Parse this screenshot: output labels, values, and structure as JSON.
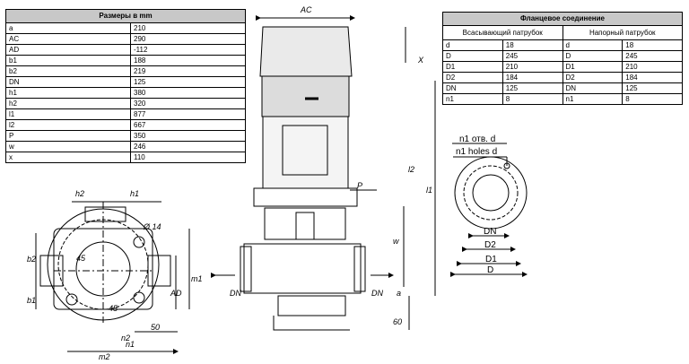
{
  "dimensions_table": {
    "title": "Размеры в mm",
    "rows": [
      {
        "key": "a",
        "value": "210"
      },
      {
        "key": "AC",
        "value": "290"
      },
      {
        "key": "AD",
        "value": "-112"
      },
      {
        "key": "b1",
        "value": "188"
      },
      {
        "key": "b2",
        "value": "219"
      },
      {
        "key": "DN",
        "value": "125"
      },
      {
        "key": "h1",
        "value": "380"
      },
      {
        "key": "h2",
        "value": "320"
      },
      {
        "key": "l1",
        "value": "877"
      },
      {
        "key": "l2",
        "value": "667"
      },
      {
        "key": "P",
        "value": "350"
      },
      {
        "key": "w",
        "value": "246"
      },
      {
        "key": "x",
        "value": "110"
      }
    ]
  },
  "flange_table": {
    "title": "Фланцевое соединение",
    "suction_header": "Всасывающий патрубок",
    "discharge_header": "Напорный патрубок",
    "rows": [
      {
        "k1": "d",
        "v1": "18",
        "k2": "d",
        "v2": "18"
      },
      {
        "k1": "D",
        "v1": "245",
        "k2": "D",
        "v2": "245"
      },
      {
        "k1": "D1",
        "v1": "210",
        "k2": "D1",
        "v2": "210"
      },
      {
        "k1": "D2",
        "v1": "184",
        "k2": "D2",
        "v2": "184"
      },
      {
        "k1": "DN",
        "v1": "125",
        "k2": "DN",
        "v2": "125"
      },
      {
        "k1": "n1",
        "v1": "8",
        "k2": "n1",
        "v2": "8"
      }
    ]
  },
  "drawing_labels": {
    "h2": "h2",
    "h1": "h1",
    "d14": "Ø 14",
    "b2": "b2",
    "b1": "b1",
    "deg45a": "45",
    "deg45b": "45",
    "m1": "m1",
    "m2": "m2",
    "ad": "AD",
    "n1": "n1",
    "n2": "n2",
    "fifty": "50",
    "ac": "AC",
    "x": "X",
    "p": "P",
    "l2": "l2",
    "l1": "l1",
    "w": "w",
    "dn_left": "DN",
    "dn_right": "DN",
    "a": "a",
    "sixty": "60",
    "holes_ru": "n1 отв. d",
    "holes_en": "n1 holes d",
    "dn": "DN",
    "d2": "D2",
    "d1": "D1",
    "d": "D"
  }
}
